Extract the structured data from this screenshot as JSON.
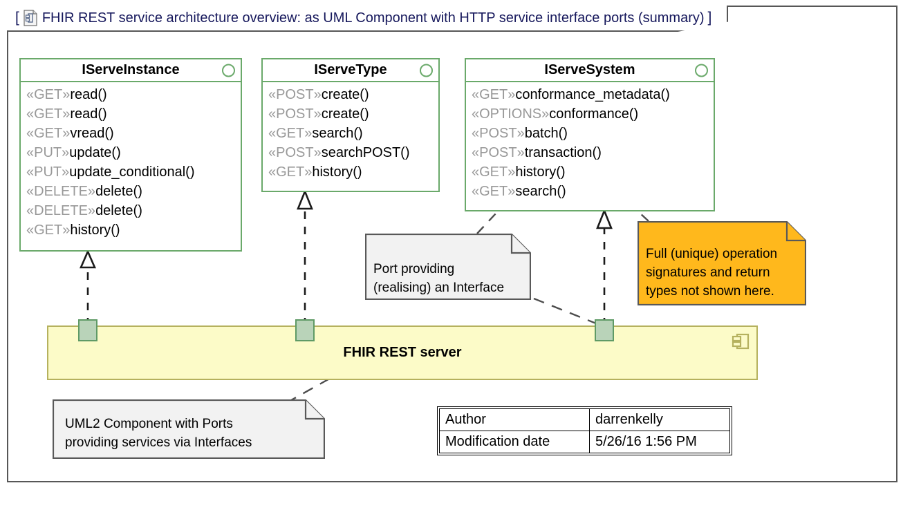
{
  "frame": {
    "title": "FHIR REST service architecture overview: as UML Component with HTTP service interface ports (summary)",
    "bracket_open": "[",
    "bracket_close": "]",
    "icon": "uml-diagram-icon",
    "border_color": "#575757",
    "title_color": "#16185c"
  },
  "interfaces": [
    {
      "name": "IServeInstance",
      "marker_icon": "interface-circle-icon",
      "border_color": "#6aa96a",
      "operations": [
        {
          "stereotype": "«GET»",
          "name": "read()"
        },
        {
          "stereotype": "«GET»",
          "name": "read()"
        },
        {
          "stereotype": "«GET»",
          "name": "vread()"
        },
        {
          "stereotype": "«PUT»",
          "name": "update()"
        },
        {
          "stereotype": "«PUT»",
          "name": "update_conditional()"
        },
        {
          "stereotype": "«DELETE»",
          "name": "delete()"
        },
        {
          "stereotype": "«DELETE»",
          "name": "delete()"
        },
        {
          "stereotype": "«GET»",
          "name": "history()"
        }
      ]
    },
    {
      "name": "IServeType",
      "marker_icon": "interface-circle-icon",
      "border_color": "#6aa96a",
      "operations": [
        {
          "stereotype": "«POST»",
          "name": "create()"
        },
        {
          "stereotype": "«POST»",
          "name": "create()"
        },
        {
          "stereotype": "«GET»",
          "name": "search()"
        },
        {
          "stereotype": "«POST»",
          "name": "searchPOST()"
        },
        {
          "stereotype": "«GET»",
          "name": "history()"
        }
      ]
    },
    {
      "name": "IServeSystem",
      "marker_icon": "interface-circle-icon",
      "border_color": "#6aa96a",
      "operations": [
        {
          "stereotype": "«GET»",
          "name": "conformance_metadata()"
        },
        {
          "stereotype": "«OPTIONS»",
          "name": "conformance()"
        },
        {
          "stereotype": "«POST»",
          "name": "batch()"
        },
        {
          "stereotype": "«POST»",
          "name": "transaction()"
        },
        {
          "stereotype": "«GET»",
          "name": "history()"
        },
        {
          "stereotype": "«GET»",
          "name": "search()"
        }
      ]
    }
  ],
  "component": {
    "name": "FHIR REST server",
    "fill_color": "#fcfbc8",
    "border_color": "#b5b15e",
    "glyph_icon": "uml-component-icon",
    "ports": [
      {
        "label": "port-iserveinstance",
        "fill_color": "#b9d3b9",
        "border_color": "#5f9a66"
      },
      {
        "label": "port-iservetype",
        "fill_color": "#b9d3b9",
        "border_color": "#5f9a66"
      },
      {
        "label": "port-iservesystem",
        "fill_color": "#b9d3b9",
        "border_color": "#5f9a66"
      }
    ]
  },
  "notes": [
    {
      "id": "note-port-interface",
      "text": "Port providing\n(realising) an Interface",
      "fill_color": "#f2f2f2",
      "border_color": "#595959"
    },
    {
      "id": "note-operation-signatures",
      "text": "Full (unique) operation\nsignatures and return\ntypes not shown here.",
      "fill_color": "#ffb81c",
      "border_color": "#595959"
    },
    {
      "id": "note-uml2-component",
      "text": "UML2 Component with Ports\nproviding services via Interfaces",
      "fill_color": "#f2f2f2",
      "border_color": "#595959"
    }
  ],
  "meta": {
    "rows": [
      {
        "key": "Author",
        "value": "darrenkelly"
      },
      {
        "key": "Modification date",
        "value": "5/26/16 1:56 PM"
      }
    ]
  }
}
